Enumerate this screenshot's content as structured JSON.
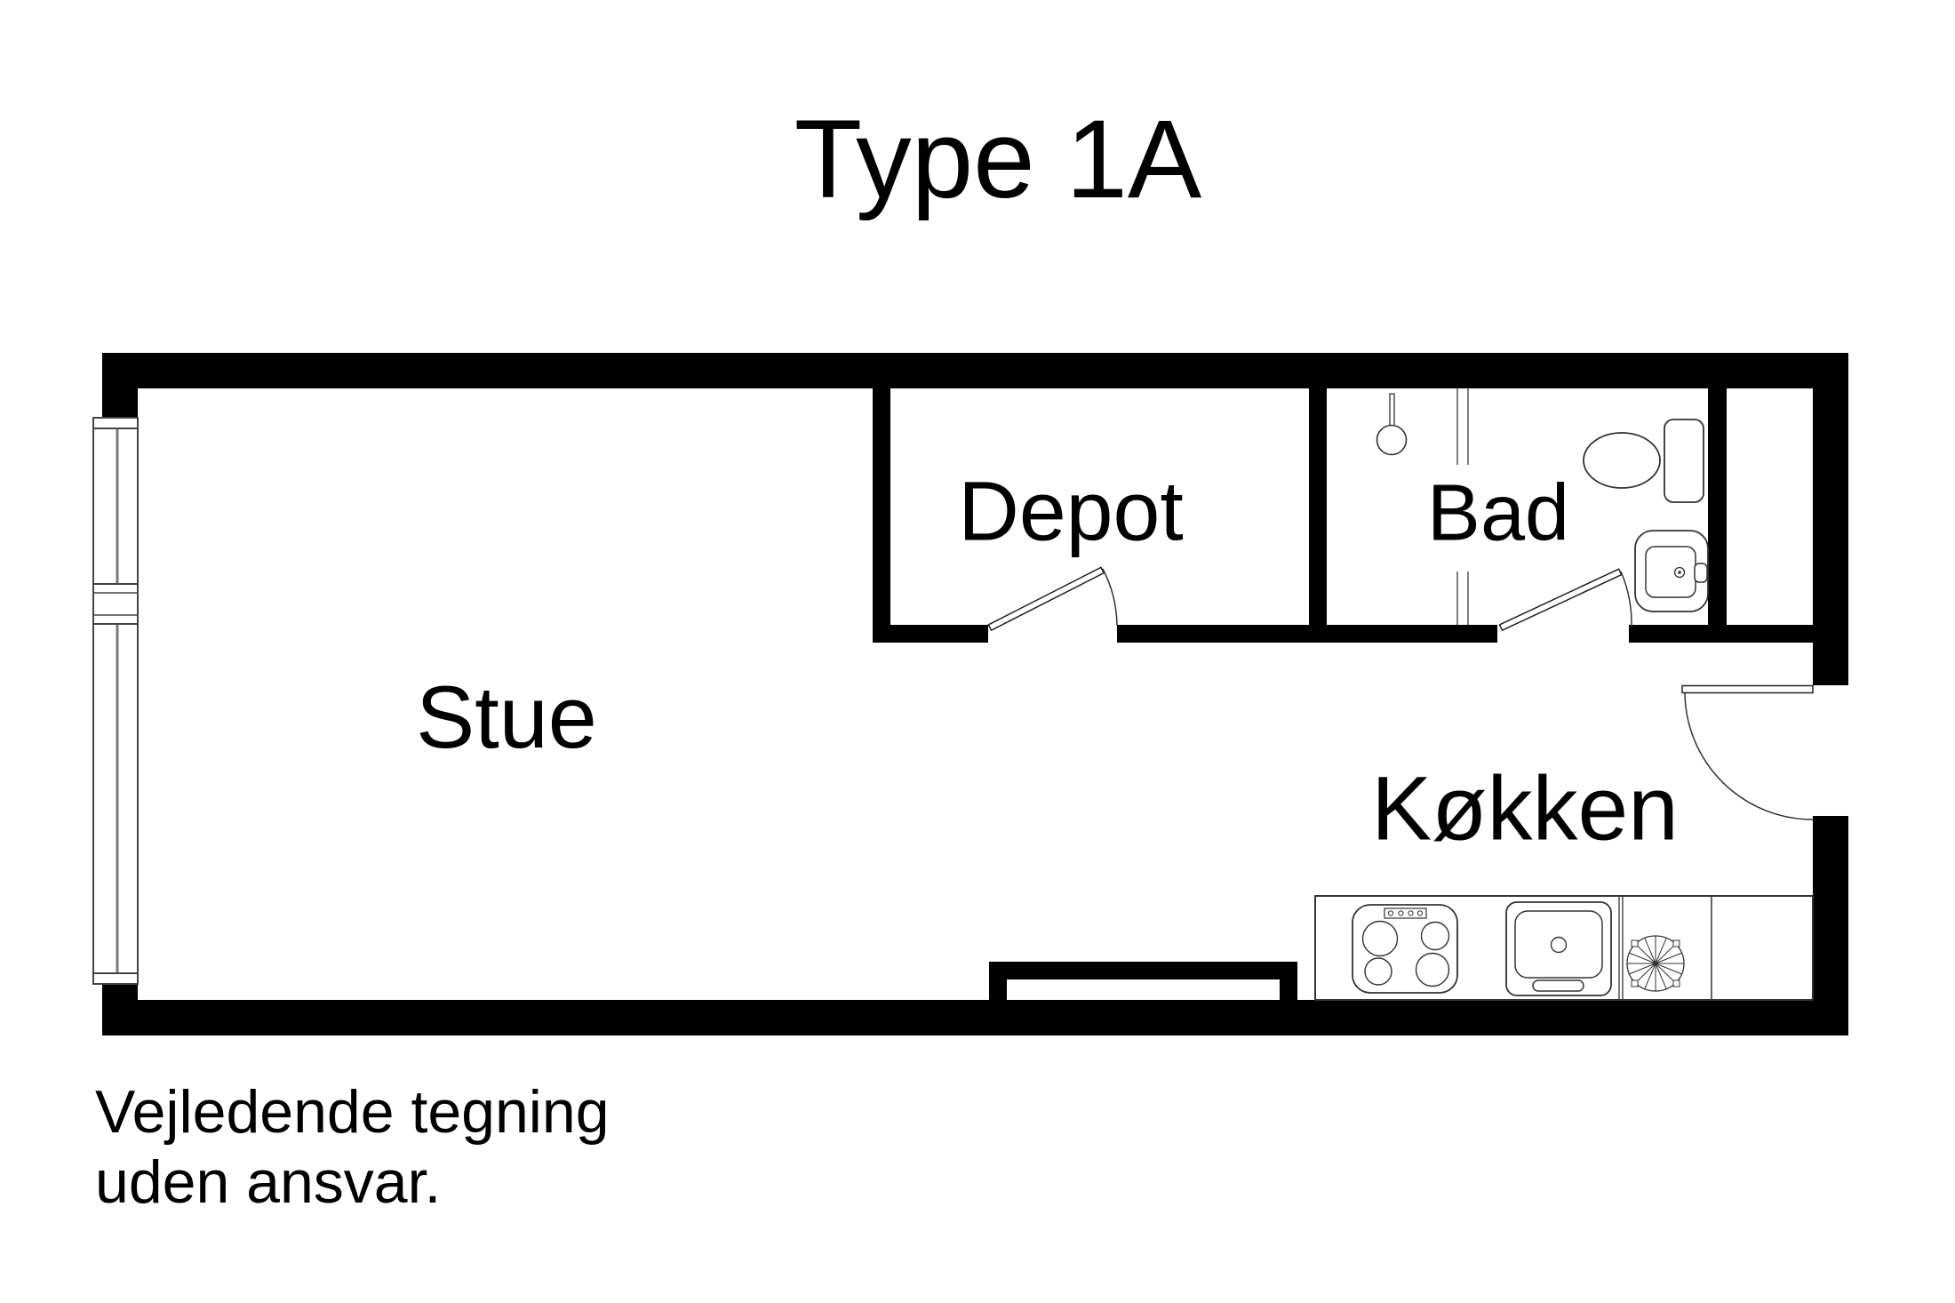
{
  "title": "Type 1A",
  "rooms": {
    "stue": "Stue",
    "depot": "Depot",
    "bad": "Bad",
    "kokken": "Køkken"
  },
  "disclaimer": {
    "line1": "Vejledende tegning",
    "line2": "uden ansvar."
  },
  "colors": {
    "wall": "#000000",
    "fixture_line": "#333333",
    "glass_line": "#7a7a7a",
    "background": "#ffffff"
  },
  "fixtures": {
    "window": "window-wall-left",
    "shower": "shower-drain-with-pipe",
    "partition": "shower-partition",
    "toilet": "toilet-with-cistern",
    "washbasin": "washbasin",
    "stove": "stove-four-burners",
    "kitchen_sink": "kitchen-sink",
    "fan": "spiral-fan",
    "radiator": "radiator",
    "counter": "kitchen-counter",
    "doors": [
      "depot-door",
      "bad-door",
      "entrance-door"
    ]
  }
}
